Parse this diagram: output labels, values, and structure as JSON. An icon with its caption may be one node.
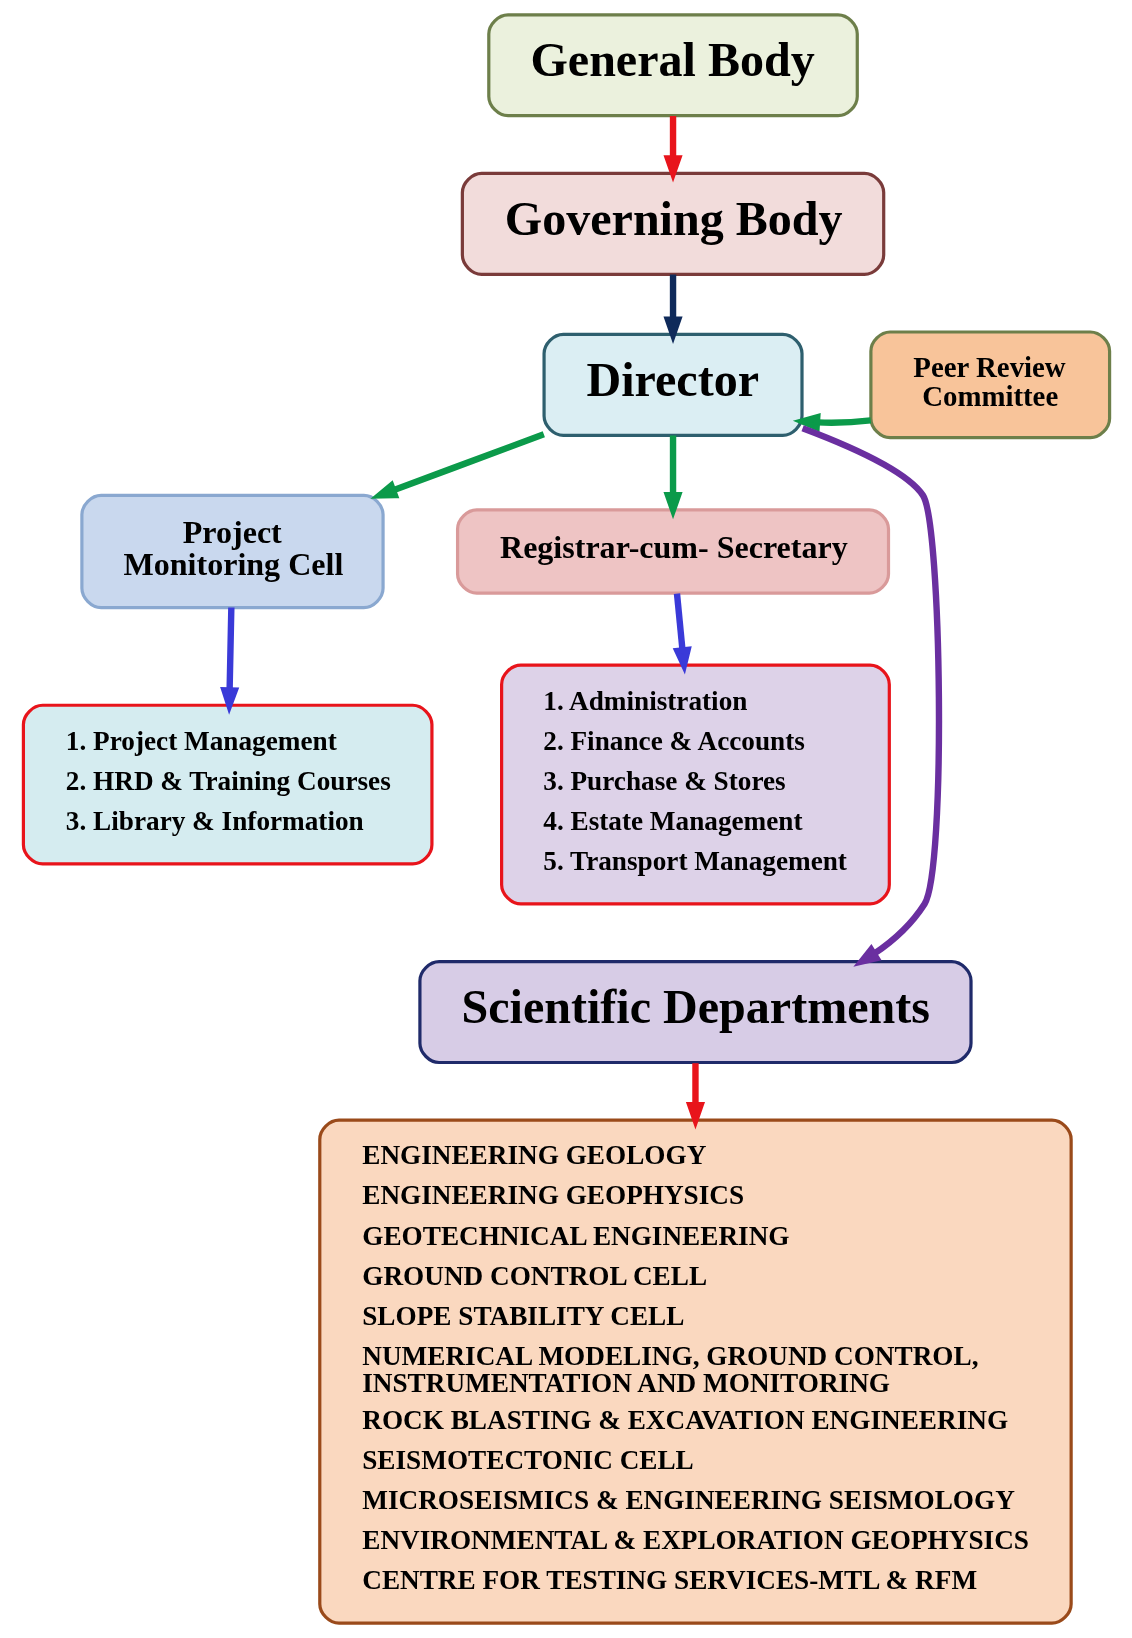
{
  "diagram": {
    "nodes": [
      {
        "text": [
          "General Body"
        ]
      },
      {
        "text": [
          "Governing Body"
        ]
      },
      {
        "text": [
          "Peer Review Committee"
        ]
      },
      {
        "text": [
          "Director"
        ]
      },
      {
        "text": [
          "Project Monitoring Cell"
        ]
      },
      {
        "text": [
          "Registrar-cum- Secretary"
        ]
      },
      {
        "text": [
          "1. Project Management",
          "2. HRD & Training Courses",
          "3. Library & Information"
        ]
      },
      {
        "text": [
          "1. Administration",
          "2. Finance & Accounts",
          "3. Purchase & Stores",
          "4. Estate Management",
          "5. Transport Management"
        ]
      },
      {
        "text": [
          "Scientific Departments"
        ]
      },
      {
        "text": [
          "ENGINEERING GEOLOGY",
          "ENGINEERING GEOPHYSICS",
          "GEOTECHNICAL ENGINEERING",
          "GROUND CONTROL CELL",
          "SLOPE STABILITY CELL",
          "NUMERICAL MODELING, GROUND CONTROL, INSTRUMENTATION AND MONITORING",
          "ROCK BLASTING & EXCAVATION ENGINEERING",
          "SEISMOTECTONIC CELL",
          "MICROSEISMICS & ENGINEERING SEISMOLOGY",
          "ENVIRONMENTAL & EXPLORATION GEOPHYSICS",
          "CENTRE FOR TESTING SERVICES-MTL & RFM"
        ]
      }
    ],
    "edges": [
      {
        "from": 0,
        "to": 1,
        "arrow": "to",
        "color": "#e8141b"
      },
      {
        "from": 1,
        "to": 3,
        "arrow": "to",
        "color": "#0f2a5a"
      },
      {
        "from": 2,
        "to": 3,
        "arrow": "to",
        "color": "#0b9a4a"
      },
      {
        "from": 3,
        "to": 4,
        "arrow": "to",
        "color": "#0b9a4a"
      },
      {
        "from": 3,
        "to": 5,
        "arrow": "to",
        "color": "#0b9a4a"
      },
      {
        "from": 3,
        "to": 8,
        "arrow": "to",
        "color": "#6a2fa0"
      },
      {
        "from": 4,
        "to": 6,
        "arrow": "to",
        "color": "#3a3ad8"
      },
      {
        "from": 5,
        "to": 7,
        "arrow": "to",
        "color": "#3a3ad8"
      },
      {
        "from": 8,
        "to": 9,
        "arrow": "to",
        "color": "#e8141b"
      }
    ]
  }
}
